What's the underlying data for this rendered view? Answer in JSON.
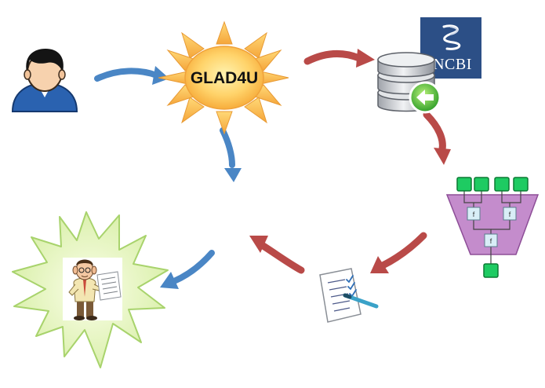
{
  "diagram": {
    "nodes": {
      "user": {
        "icon": "user-icon"
      },
      "glad4u": {
        "label": "GLAD4U",
        "icon": "sun-icon"
      },
      "ncbi": {
        "label": "NCBI",
        "icon": "ncbi-logo-icon"
      },
      "database": {
        "icon": "database-icon"
      },
      "ranking": {
        "icon": "funnel-network-icon",
        "cell_label": "f"
      },
      "results": {
        "icon": "checklist-icon"
      },
      "happy_user": {
        "icon": "reader-burst-icon"
      }
    },
    "colors": {
      "blue_arrow": "#4a86c5",
      "red_arrow": "#b94a48",
      "sun_body": "#ffcc55",
      "sun_ray": "#f7b24a",
      "ncbi_box": "#2c4f86",
      "funnel": "#c48ccc",
      "green_node": "#1ecb62",
      "burst_fill": "#e6f5c3",
      "burst_stroke": "#a8d36c"
    }
  }
}
